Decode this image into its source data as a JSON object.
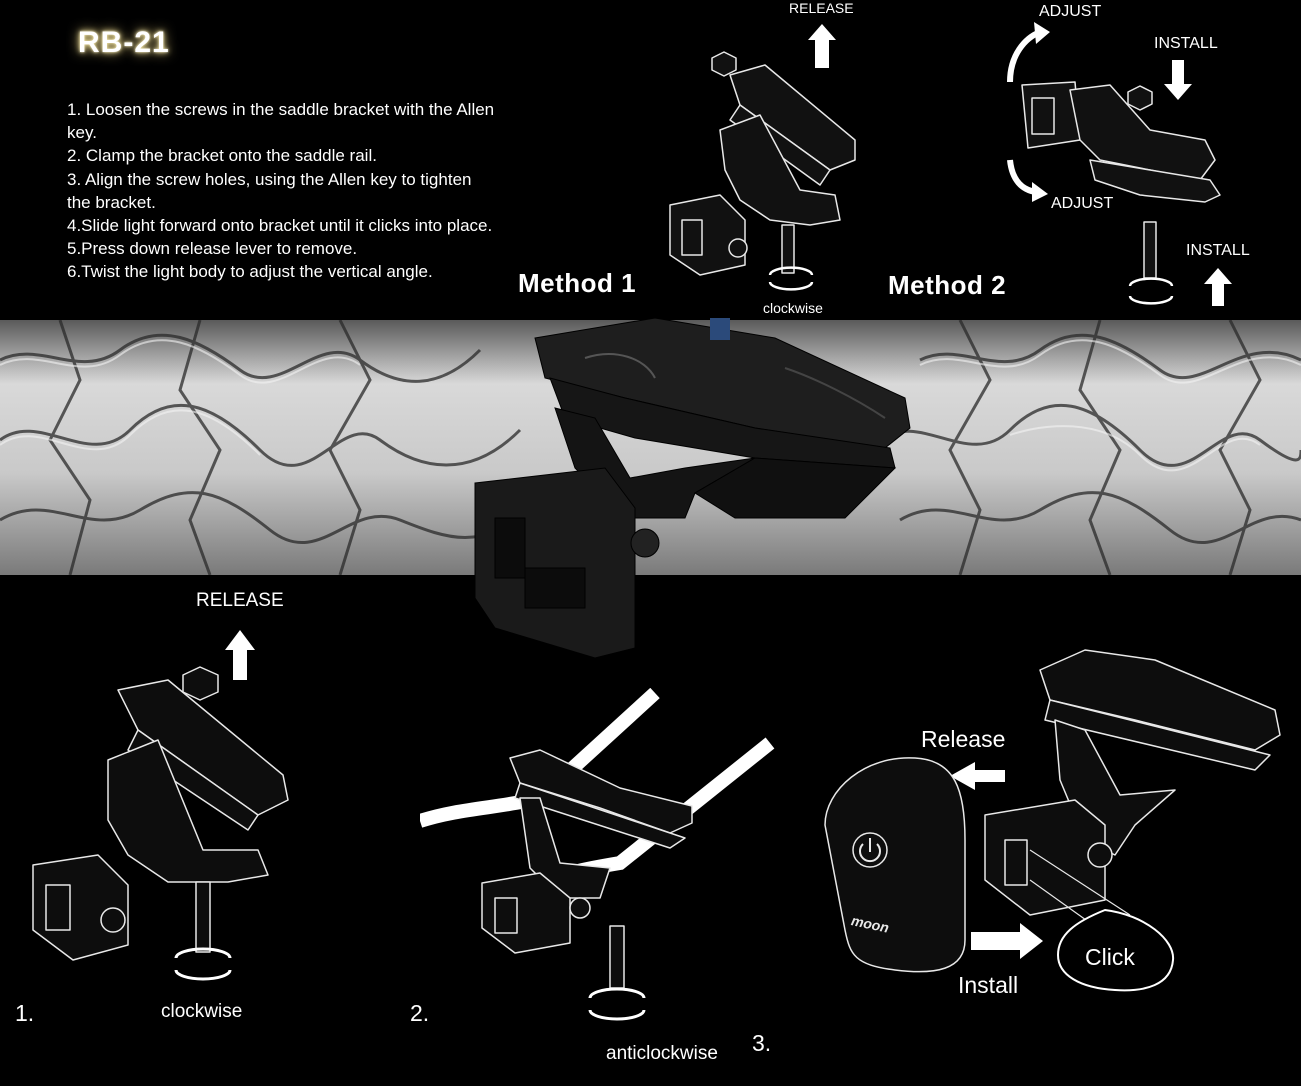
{
  "header": {
    "title": "RB-21"
  },
  "instructions": {
    "steps": [
      "1. Loosen the screws in the saddle bracket with the Allen key.",
      "2. Clamp the bracket onto the saddle rail.",
      "3. Align the screw holes, using the Allen key to tighten the bracket.",
      "4.Slide light forward onto bracket until it clicks into place.",
      "5.Press down release lever to remove.",
      "6.Twist the light body to adjust the vertical angle."
    ]
  },
  "method1": {
    "title": "Method 1",
    "release_label": "RELEASE",
    "rotate_label": "clockwise"
  },
  "method2": {
    "title": "Method 2",
    "adjust_top_label": "ADJUST",
    "adjust_bottom_label": "ADJUST",
    "install_top_label": "INSTALL",
    "install_bottom_label": "INSTALL"
  },
  "diagram1": {
    "number": "1.",
    "release_label": "RELEASE",
    "rotate_label": "clockwise"
  },
  "diagram2": {
    "number": "2.",
    "rotate_label": "anticlockwise"
  },
  "diagram3": {
    "number": "3.",
    "release_label": "Release",
    "install_label": "Install",
    "click_label": "Click",
    "brand_logo": "moon"
  },
  "colors": {
    "background": "#000000",
    "title_glow": "#f5e7a0",
    "text": "#ffffff"
  }
}
